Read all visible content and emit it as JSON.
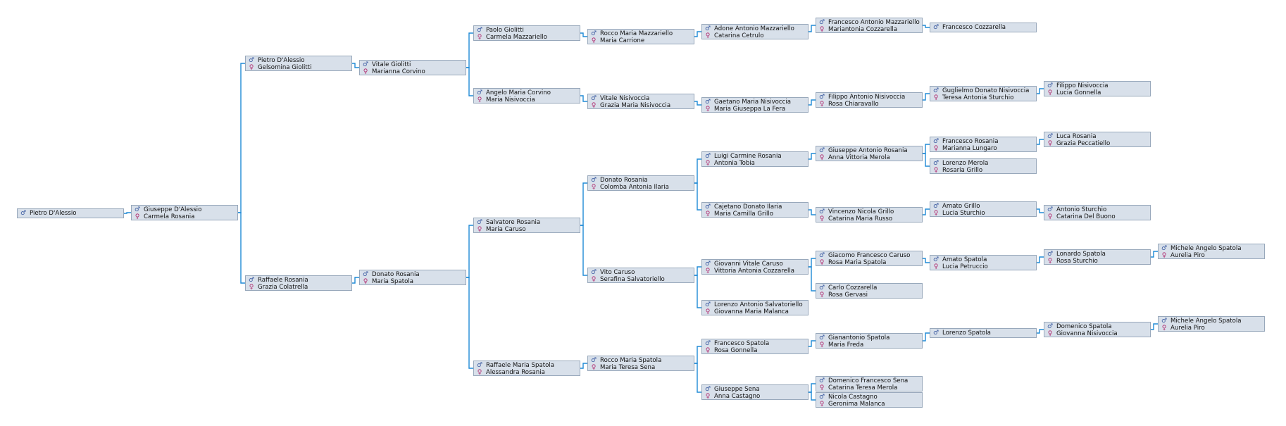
{
  "symbols": {
    "male": "♂",
    "female": "♀"
  },
  "colors": {
    "connector": "#1f8ad6",
    "box_fill": "#d8e0ea",
    "box_border": "#98a8bb",
    "male": "#3a5aa0",
    "female": "#b0286e"
  },
  "nodes": [
    {
      "id": "n0",
      "people": [
        {
          "g": "m",
          "name": "Pietro D'Alessio"
        }
      ]
    },
    {
      "id": "n1",
      "people": [
        {
          "g": "m",
          "name": "Giuseppe D'Alessio"
        },
        {
          "g": "f",
          "name": "Carmela Rosania"
        }
      ]
    },
    {
      "id": "n2",
      "people": [
        {
          "g": "m",
          "name": "Pietro D'Alessio"
        },
        {
          "g": "f",
          "name": "Gelsomina Giolitti"
        }
      ]
    },
    {
      "id": "n3",
      "people": [
        {
          "g": "m",
          "name": "Raffaele Rosania"
        },
        {
          "g": "f",
          "name": "Grazia Colatrella"
        }
      ]
    },
    {
      "id": "n4",
      "people": [
        {
          "g": "m",
          "name": "Vitale Giolitti"
        },
        {
          "g": "f",
          "name": "Marianna Corvino"
        }
      ]
    },
    {
      "id": "n5",
      "people": [
        {
          "g": "m",
          "name": "Donato Rosania"
        },
        {
          "g": "f",
          "name": "Maria Spatola"
        }
      ]
    },
    {
      "id": "n6",
      "people": [
        {
          "g": "m",
          "name": "Paolo Giolitti"
        },
        {
          "g": "f",
          "name": "Carmela Mazzariello"
        }
      ]
    },
    {
      "id": "n7",
      "people": [
        {
          "g": "m",
          "name": "Angelo Maria Corvino"
        },
        {
          "g": "f",
          "name": "Maria Nisivoccia"
        }
      ]
    },
    {
      "id": "n8",
      "people": [
        {
          "g": "m",
          "name": "Salvatore Rosania"
        },
        {
          "g": "f",
          "name": "Maria Caruso"
        }
      ]
    },
    {
      "id": "n9",
      "people": [
        {
          "g": "m",
          "name": "Raffaele Maria Spatola"
        },
        {
          "g": "f",
          "name": "Alessandra Rosania"
        }
      ]
    },
    {
      "id": "n10",
      "people": [
        {
          "g": "m",
          "name": "Rocco Maria Mazzariello"
        },
        {
          "g": "f",
          "name": "Maria Carrione"
        }
      ]
    },
    {
      "id": "n11",
      "people": [
        {
          "g": "m",
          "name": "Vitale Nisivoccia"
        },
        {
          "g": "f",
          "name": "Grazia Maria Nisivoccia"
        }
      ]
    },
    {
      "id": "n12",
      "people": [
        {
          "g": "m",
          "name": "Donato Rosania"
        },
        {
          "g": "f",
          "name": "Colomba Antonia Ilaria"
        }
      ]
    },
    {
      "id": "n13",
      "people": [
        {
          "g": "m",
          "name": "Vito Caruso"
        },
        {
          "g": "f",
          "name": "Serafina Salvatoriello"
        }
      ]
    },
    {
      "id": "n14",
      "people": [
        {
          "g": "m",
          "name": "Rocco Maria Spatola"
        },
        {
          "g": "f",
          "name": "Maria Teresa Sena"
        }
      ]
    },
    {
      "id": "n15",
      "people": [
        {
          "g": "m",
          "name": "Adone Antonio Mazzariello"
        },
        {
          "g": "f",
          "name": "Catarina Cetrulo"
        }
      ]
    },
    {
      "id": "n16",
      "people": [
        {
          "g": "m",
          "name": "Gaetano Maria Nisivoccia"
        },
        {
          "g": "f",
          "name": "Maria Giuseppa La Fera"
        }
      ]
    },
    {
      "id": "n17",
      "people": [
        {
          "g": "m",
          "name": "Luigi Carmine Rosania"
        },
        {
          "g": "f",
          "name": "Antonia Tobia"
        }
      ]
    },
    {
      "id": "n18",
      "people": [
        {
          "g": "m",
          "name": "Cajetano Donato Ilaria"
        },
        {
          "g": "f",
          "name": "Maria Camilla Grillo"
        }
      ]
    },
    {
      "id": "n19",
      "people": [
        {
          "g": "m",
          "name": "Giovanni Vitale Caruso"
        },
        {
          "g": "f",
          "name": "Vittoria Antonia Cozzarella"
        }
      ]
    },
    {
      "id": "n20",
      "people": [
        {
          "g": "m",
          "name": "Lorenzo Antonio Salvatoriello"
        },
        {
          "g": "f",
          "name": "Giovanna Maria Malanca"
        }
      ]
    },
    {
      "id": "n21",
      "people": [
        {
          "g": "m",
          "name": "Francesco Spatola"
        },
        {
          "g": "f",
          "name": "Rosa Gonnella"
        }
      ]
    },
    {
      "id": "n22",
      "people": [
        {
          "g": "m",
          "name": "Giuseppe Sena"
        },
        {
          "g": "f",
          "name": "Anna Castagno"
        }
      ]
    },
    {
      "id": "n23",
      "people": [
        {
          "g": "m",
          "name": "Francesco Antonio Mazzariello"
        },
        {
          "g": "f",
          "name": "Mariantonia Cozzarella"
        }
      ]
    },
    {
      "id": "n24",
      "people": [
        {
          "g": "m",
          "name": "Filippo Antonio Nisivoccia"
        },
        {
          "g": "f",
          "name": "Rosa Chiaravallo"
        }
      ]
    },
    {
      "id": "n25",
      "people": [
        {
          "g": "m",
          "name": "Giuseppe Antonio Rosania"
        },
        {
          "g": "f",
          "name": "Anna Vittoria Merola"
        }
      ]
    },
    {
      "id": "n26",
      "people": [
        {
          "g": "m",
          "name": "Vincenzo Nicola Grillo"
        },
        {
          "g": "f",
          "name": "Catarina Maria Russo"
        }
      ]
    },
    {
      "id": "n27",
      "people": [
        {
          "g": "m",
          "name": "Giacomo Francesco Caruso"
        },
        {
          "g": "f",
          "name": "Rosa Maria Spatola"
        }
      ]
    },
    {
      "id": "n28",
      "people": [
        {
          "g": "m",
          "name": "Carlo Cozzarella"
        },
        {
          "g": "f",
          "name": "Rosa Gervasi"
        }
      ]
    },
    {
      "id": "n29",
      "people": [
        {
          "g": "m",
          "name": "Gianantonio Spatola"
        },
        {
          "g": "f",
          "name": "Maria Freda"
        }
      ]
    },
    {
      "id": "n30",
      "people": [
        {
          "g": "m",
          "name": "Domenico Francesco Sena"
        },
        {
          "g": "f",
          "name": "Catarina Teresa Merola"
        }
      ]
    },
    {
      "id": "n31",
      "people": [
        {
          "g": "m",
          "name": "Nicola Castagno"
        },
        {
          "g": "f",
          "name": "Geronima Malanca"
        }
      ]
    },
    {
      "id": "n32",
      "people": [
        {
          "g": "m",
          "name": "Francesco Cozzarella"
        }
      ]
    },
    {
      "id": "n33",
      "people": [
        {
          "g": "m",
          "name": "Guglielmo Donato Nisivoccia"
        },
        {
          "g": "f",
          "name": "Teresa Antonia Sturchio"
        }
      ]
    },
    {
      "id": "n34",
      "people": [
        {
          "g": "m",
          "name": "Francesco Rosania"
        },
        {
          "g": "f",
          "name": "Marianna Lungaro"
        }
      ]
    },
    {
      "id": "n35",
      "people": [
        {
          "g": "m",
          "name": "Lorenzo Merola"
        },
        {
          "g": "f",
          "name": "Rosaria Grillo"
        }
      ]
    },
    {
      "id": "n36",
      "people": [
        {
          "g": "m",
          "name": "Amato Grillo"
        },
        {
          "g": "f",
          "name": "Lucia Sturchio"
        }
      ]
    },
    {
      "id": "n37",
      "people": [
        {
          "g": "m",
          "name": "Amato Spatola"
        },
        {
          "g": "f",
          "name": "Lucia Petruccio"
        }
      ]
    },
    {
      "id": "n38",
      "people": [
        {
          "g": "m",
          "name": "Lorenzo Spatola"
        }
      ]
    },
    {
      "id": "n39",
      "people": [
        {
          "g": "m",
          "name": "Filippo Nisivoccia"
        },
        {
          "g": "f",
          "name": "Lucia Gonnella"
        }
      ]
    },
    {
      "id": "n40",
      "people": [
        {
          "g": "m",
          "name": "Luca Rosania"
        },
        {
          "g": "f",
          "name": "Grazia Peccatiello"
        }
      ]
    },
    {
      "id": "n41",
      "people": [
        {
          "g": "m",
          "name": "Antonio Sturchio"
        },
        {
          "g": "f",
          "name": "Catarina Del Buono"
        }
      ]
    },
    {
      "id": "n42",
      "people": [
        {
          "g": "m",
          "name": "Lonardo Spatola"
        },
        {
          "g": "f",
          "name": "Rosa Sturchio"
        }
      ]
    },
    {
      "id": "n43",
      "people": [
        {
          "g": "m",
          "name": "Domenico Spatola"
        },
        {
          "g": "f",
          "name": "Giovanna Nisivoccia"
        }
      ]
    },
    {
      "id": "n44",
      "people": [
        {
          "g": "m",
          "name": "Michele Angelo Spatola"
        },
        {
          "g": "f",
          "name": "Aurelia Piro"
        }
      ]
    },
    {
      "id": "n45",
      "people": [
        {
          "g": "m",
          "name": "Michele Angelo Spatola"
        },
        {
          "g": "f",
          "name": "Aurelia Piro"
        }
      ]
    }
  ]
}
